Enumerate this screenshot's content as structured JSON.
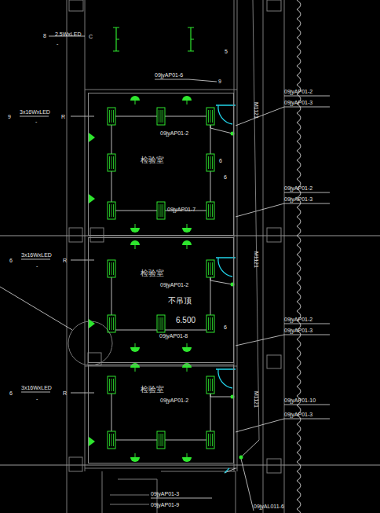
{
  "diagram": {
    "nodes": [
      {
        "text": [
          "检验室"
        ]
      },
      {
        "text": [
          "检验室"
        ]
      },
      {
        "text": [
          "检验室"
        ]
      }
    ],
    "labels": [
      "8",
      "2.5WxLED",
      "-",
      "C",
      "5",
      "09jyAP01-6",
      "9",
      "09jyAP01-2",
      "09jyAP01-3",
      "3x16WxLED",
      "9",
      "R",
      "-",
      "M1121",
      "09jyAP01-2",
      "6",
      "6",
      "09jyAP01-2",
      "09jyAP01-3",
      "09jyAP01-7",
      "3x16WxLED",
      "6",
      "R",
      "-",
      "M1121",
      "09jyAP01-2",
      "不吊顶",
      "6.500",
      "6",
      "09jyAP01-2",
      "09jyAP01-3",
      "09jyAP01-8",
      "3x16WxLED",
      "6",
      "R",
      "-",
      "M1121",
      "09jyAP01-2",
      "09jyAP01-10",
      "09jyAP01-3",
      "09jyAP01-3",
      "09jyAP01-9",
      "09jyAL011-6"
    ]
  }
}
